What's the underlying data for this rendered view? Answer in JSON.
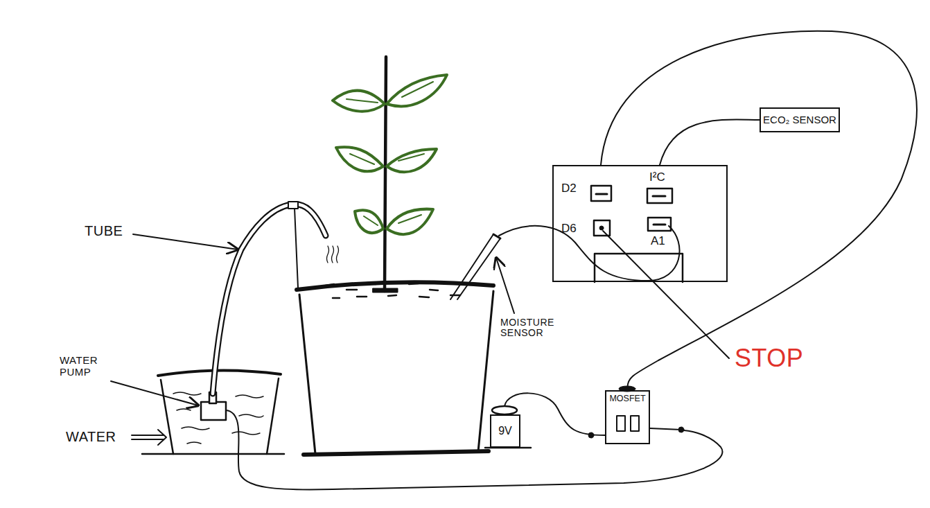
{
  "diagram": {
    "nodes": [
      {
        "text": [
          "ECO₂ SENSOR"
        ]
      },
      {
        "text": [
          "D2",
          "I²C",
          "D6",
          "A1"
        ]
      },
      {
        "text": [
          "9V"
        ]
      },
      {
        "text": [
          "MOSFET"
        ]
      }
    ],
    "edges": [
      {
        "from": 1,
        "to": 0,
        "arrow": "none"
      },
      {
        "from": 1,
        "to": 3,
        "arrow": "none"
      },
      {
        "from": 2,
        "to": 3,
        "arrow": "none"
      }
    ],
    "labels": [
      "TUBE",
      "WATER PUMP",
      "WATER",
      "MOISTURE SENSOR",
      "STOP"
    ]
  }
}
